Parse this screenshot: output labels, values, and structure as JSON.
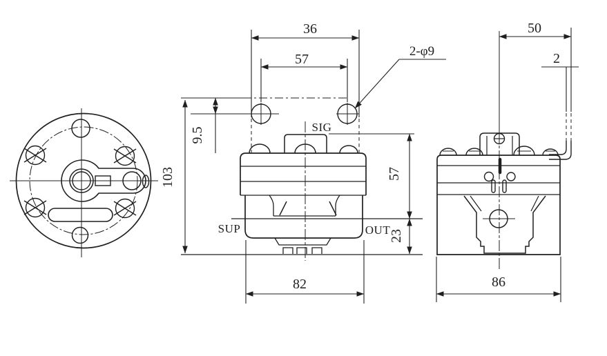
{
  "document": {
    "type": "engineering-dimensional-drawing",
    "background": "#ffffff",
    "line_color": "#1f1f1f",
    "views": [
      "front-flange-view",
      "front-elevation-view",
      "side-elevation-view"
    ]
  },
  "front_elevation": {
    "ports": {
      "signal": "SIG",
      "supply": "SUP",
      "output": "OUT"
    },
    "dimensions": {
      "top_width": "36",
      "mounting_hole_spacing": "57",
      "mounting_hole_callout": "2-φ9",
      "hole_vertical_offset": "9.5",
      "overall_height": "103",
      "upper_body_height": "57",
      "port_section_height": "23",
      "body_width": "82"
    }
  },
  "side_elevation": {
    "dimensions": {
      "bracket_offset": "50",
      "bracket_thickness": "2",
      "body_depth": "86"
    }
  }
}
